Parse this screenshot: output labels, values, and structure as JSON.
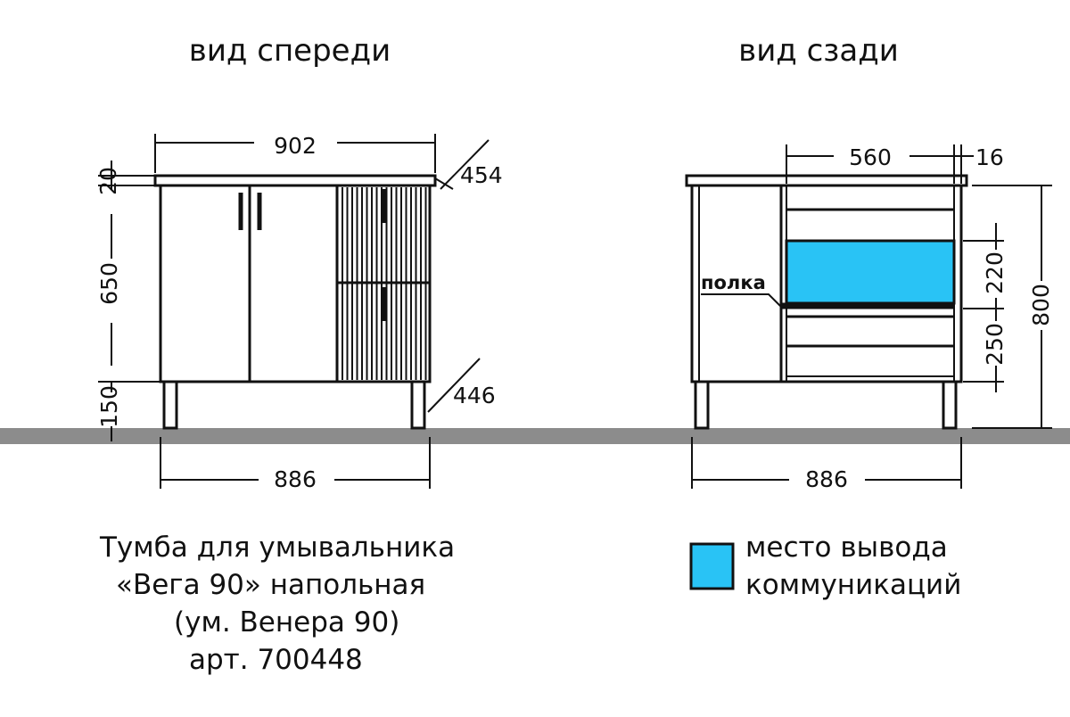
{
  "views": {
    "front_title": "вид спереди",
    "back_title": "вид сзади"
  },
  "dimensions": {
    "front_top_width": "902",
    "front_depth_top": "454",
    "front_countertop_height": "20",
    "front_body_height": "650",
    "front_legs_height": "150",
    "front_depth_bottom": "446",
    "front_bottom_width": "886",
    "back_opening_width": "560",
    "back_side_thickness": "16",
    "back_upper_opening": "220",
    "back_shelf_height": "250",
    "back_total_height": "800",
    "back_bottom_width": "886"
  },
  "labels": {
    "shelf": "полка"
  },
  "caption": {
    "line1": "Тумба для умывальника",
    "line2": "«Вега 90» напольная",
    "line3": "(ум. Венера 90)",
    "line4": "арт. 700448"
  },
  "legend": {
    "line1": "место вывода",
    "line2": "коммуникаций",
    "color": "#29c3f5"
  },
  "colors": {
    "floor": "#8c8c8c",
    "highlight": "#29c3f5"
  }
}
